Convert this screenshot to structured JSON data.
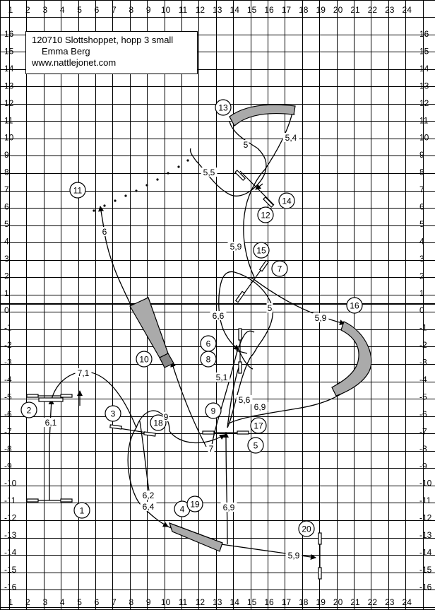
{
  "header": {
    "title": "120710 Slottshoppet, hopp 3 small",
    "judge": "Emma Berg",
    "website": "www.nattlejonet.com"
  },
  "grid": {
    "x_labels": [
      "1",
      "2",
      "3",
      "4",
      "5",
      "6",
      "7",
      "8",
      "9",
      "10",
      "11",
      "12",
      "13",
      "14",
      "15",
      "16",
      "17",
      "18",
      "19",
      "20",
      "21",
      "22",
      "23",
      "24"
    ],
    "y_labels": [
      "16",
      "15",
      "14",
      "13",
      "12",
      "11",
      "10",
      "9",
      "8",
      "7",
      "6",
      "5",
      "4",
      "3",
      "2",
      "1",
      "0",
      "-1",
      "-2",
      "-3",
      "-4",
      "-5",
      "-6",
      "-7",
      "-8",
      "-9",
      "-10",
      "-11",
      "-12",
      "-13",
      "-14",
      "-15",
      "-16"
    ]
  },
  "obstacles": [
    {
      "number": "1",
      "name": "obstacle-1"
    },
    {
      "number": "2",
      "name": "obstacle-2"
    },
    {
      "number": "3",
      "name": "obstacle-3"
    },
    {
      "number": "4",
      "name": "obstacle-4"
    },
    {
      "number": "5",
      "name": "obstacle-5"
    },
    {
      "number": "6",
      "name": "obstacle-6"
    },
    {
      "number": "7",
      "name": "obstacle-7"
    },
    {
      "number": "8",
      "name": "obstacle-8"
    },
    {
      "number": "9",
      "name": "obstacle-9"
    },
    {
      "number": "10",
      "name": "obstacle-10"
    },
    {
      "number": "11",
      "name": "obstacle-11"
    },
    {
      "number": "12",
      "name": "obstacle-12"
    },
    {
      "number": "13",
      "name": "obstacle-13"
    },
    {
      "number": "14",
      "name": "obstacle-14"
    },
    {
      "number": "15",
      "name": "obstacle-15"
    },
    {
      "number": "16",
      "name": "obstacle-16"
    },
    {
      "number": "17",
      "name": "obstacle-17"
    },
    {
      "number": "18",
      "name": "obstacle-18"
    },
    {
      "number": "19",
      "name": "obstacle-19"
    },
    {
      "number": "20",
      "name": "obstacle-20"
    }
  ],
  "distances": [
    {
      "label": "6,1"
    },
    {
      "label": "7,1"
    },
    {
      "label": "9"
    },
    {
      "label": "6,2"
    },
    {
      "label": "6,4"
    },
    {
      "label": "7"
    },
    {
      "label": "6,9"
    },
    {
      "label": "5,1"
    },
    {
      "label": "5,6"
    },
    {
      "label": "6,9"
    },
    {
      "label": "6,6"
    },
    {
      "label": "5"
    },
    {
      "label": "5,9"
    },
    {
      "label": "5,9"
    },
    {
      "label": "5,5"
    },
    {
      "label": "5"
    },
    {
      "label": "5,4"
    },
    {
      "label": "6"
    },
    {
      "label": "5,9"
    }
  ]
}
